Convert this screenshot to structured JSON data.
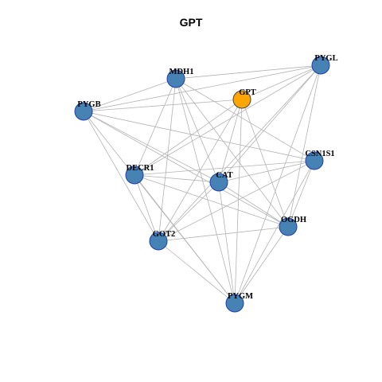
{
  "title": "GPT",
  "colors": {
    "node_fill": "#4682B4",
    "node_border": "#1F3FAE",
    "center_fill": "#FFA500",
    "edge": "#B3B3B3"
  },
  "nodes": [
    {
      "id": "GPT",
      "label": "GPT",
      "center": true
    },
    {
      "id": "PYGL",
      "label": "PYGL"
    },
    {
      "id": "MDH1",
      "label": "MDH1"
    },
    {
      "id": "PYGB",
      "label": "PYGB"
    },
    {
      "id": "CSN1S1",
      "label": "CSN1S1"
    },
    {
      "id": "DECR1",
      "label": "DECR1"
    },
    {
      "id": "CAT",
      "label": "CAT"
    },
    {
      "id": "OGDH",
      "label": "OGDH"
    },
    {
      "id": "GOT2",
      "label": "GOT2"
    },
    {
      "id": "PYGM",
      "label": "PYGM"
    }
  ],
  "edges": [
    [
      "MDH1",
      "PYGL"
    ],
    [
      "MDH1",
      "DECR1"
    ],
    [
      "MDH1",
      "CAT"
    ],
    [
      "MDH1",
      "OGDH"
    ],
    [
      "MDH1",
      "GOT2"
    ],
    [
      "MDH1",
      "PYGM"
    ],
    [
      "MDH1",
      "CSN1S1"
    ],
    [
      "PYGB",
      "MDH1"
    ],
    [
      "PYGB",
      "GPT"
    ],
    [
      "PYGB",
      "PYGL"
    ],
    [
      "PYGB",
      "CSN1S1"
    ],
    [
      "PYGB",
      "CAT"
    ],
    [
      "PYGB",
      "OGDH"
    ],
    [
      "PYGB",
      "GOT2"
    ],
    [
      "PYGB",
      "PYGM"
    ],
    [
      "GPT",
      "DECR1"
    ],
    [
      "GPT",
      "CAT"
    ],
    [
      "GPT",
      "OGDH"
    ],
    [
      "GPT",
      "GOT2"
    ],
    [
      "GPT",
      "PYGM"
    ],
    [
      "GPT",
      "PYGL"
    ],
    [
      "PYGL",
      "DECR1"
    ],
    [
      "PYGL",
      "CAT"
    ],
    [
      "PYGL",
      "GOT2"
    ],
    [
      "PYGL",
      "OGDH"
    ],
    [
      "PYGL",
      "PYGM"
    ],
    [
      "CSN1S1",
      "DECR1"
    ],
    [
      "CSN1S1",
      "CAT"
    ],
    [
      "CSN1S1",
      "OGDH"
    ],
    [
      "CSN1S1",
      "PYGM"
    ],
    [
      "CSN1S1",
      "GOT2"
    ],
    [
      "DECR1",
      "CAT"
    ],
    [
      "DECR1",
      "OGDH"
    ],
    [
      "DECR1",
      "GOT2"
    ],
    [
      "DECR1",
      "PYGM"
    ],
    [
      "CAT",
      "OGDH"
    ],
    [
      "CAT",
      "GOT2"
    ],
    [
      "CAT",
      "PYGM"
    ],
    [
      "OGDH",
      "GOT2"
    ],
    [
      "OGDH",
      "PYGM"
    ],
    [
      "GOT2",
      "PYGM"
    ]
  ]
}
